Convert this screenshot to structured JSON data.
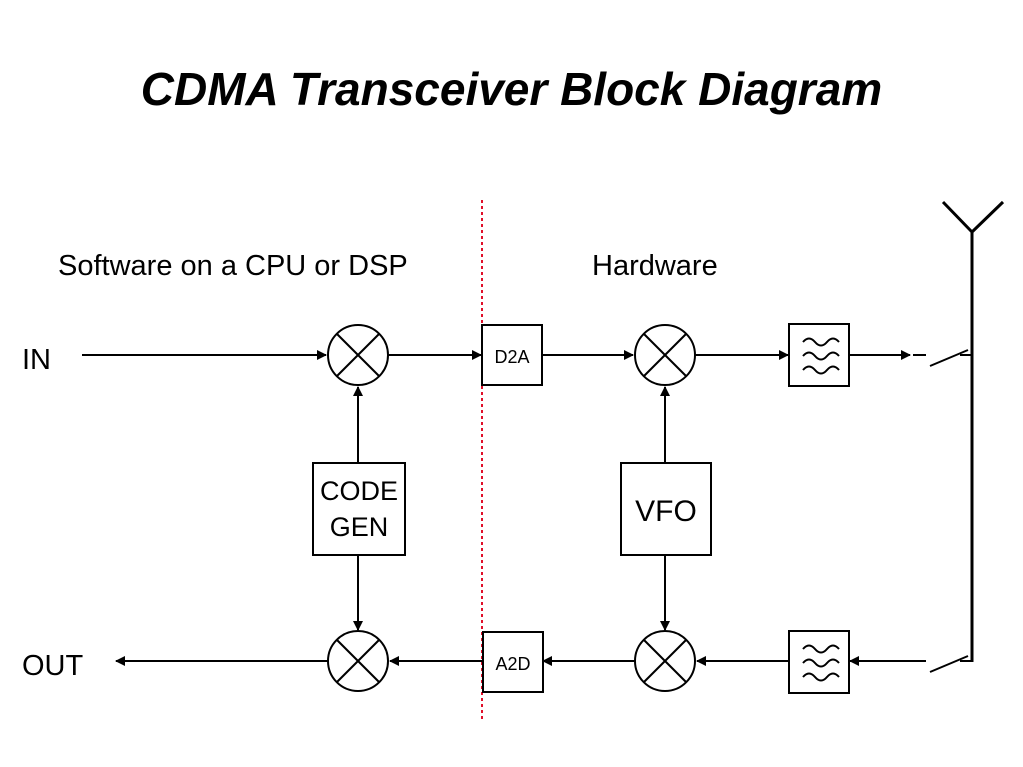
{
  "title": "CDMA Transceiver Block Diagram",
  "labels": {
    "software": "Software on a CPU or DSP",
    "hardware": "Hardware",
    "input": "IN",
    "output": "OUT"
  },
  "blocks": {
    "d2a": "D2A",
    "a2d": "A2D",
    "code_gen_line1": "CODE",
    "code_gen_line2": "GEN",
    "vfo": "VFO"
  },
  "colors": {
    "boundary_line": "#e0102a",
    "stroke": "#000000"
  }
}
